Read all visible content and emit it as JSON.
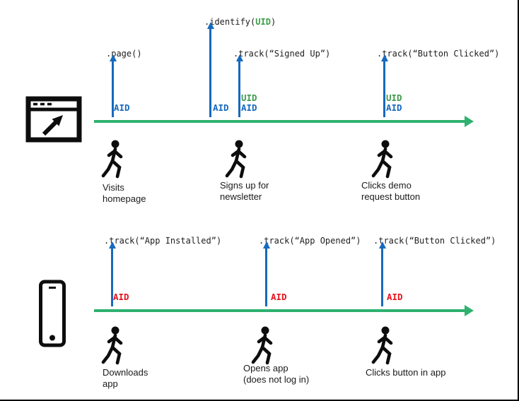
{
  "diagram": {
    "colors": {
      "timeline": "#2fb170",
      "event_arrow": "#1769bd",
      "aid_blue": "#1769bd",
      "uid_green": "#3d9c4b",
      "aid_red": "#e5131c",
      "code": "#212121",
      "icon": "#0d0d0d",
      "caption": "#1a1a1a"
    },
    "web_row": {
      "device_icon": "browser-window",
      "events": [
        {
          "code": ".page()",
          "ids": [
            "AID"
          ]
        },
        {
          "code_pre": ".identify(",
          "code_arg": "UID",
          "code_post": ")",
          "ids": [
            "AID"
          ]
        },
        {
          "code": ".track(“Signed Up”)",
          "ids": [
            "UID",
            "AID"
          ]
        },
        {
          "code": ".track(“Button Clicked”)",
          "ids": [
            "UID",
            "AID"
          ]
        }
      ],
      "actors": [
        {
          "icon": "walking-person",
          "caption": "Visits\nhomepage"
        },
        {
          "icon": "walking-person",
          "caption": "Signs up for\nnewsletter"
        },
        {
          "icon": "walking-person",
          "caption": "Clicks demo\nrequest button"
        }
      ]
    },
    "mobile_row": {
      "device_icon": "smartphone",
      "events": [
        {
          "code": ".track(“App Installed”)",
          "ids": [
            "AID"
          ]
        },
        {
          "code": ".track(“App Opened”)",
          "ids": [
            "AID"
          ]
        },
        {
          "code": ".track(“Button Clicked”)",
          "ids": [
            "AID"
          ]
        }
      ],
      "actors": [
        {
          "icon": "walking-person",
          "caption": "Downloads\napp"
        },
        {
          "icon": "walking-person",
          "caption": "Opens app\n(does not log in)"
        },
        {
          "icon": "walking-person",
          "caption": "Clicks button in app"
        }
      ]
    }
  }
}
